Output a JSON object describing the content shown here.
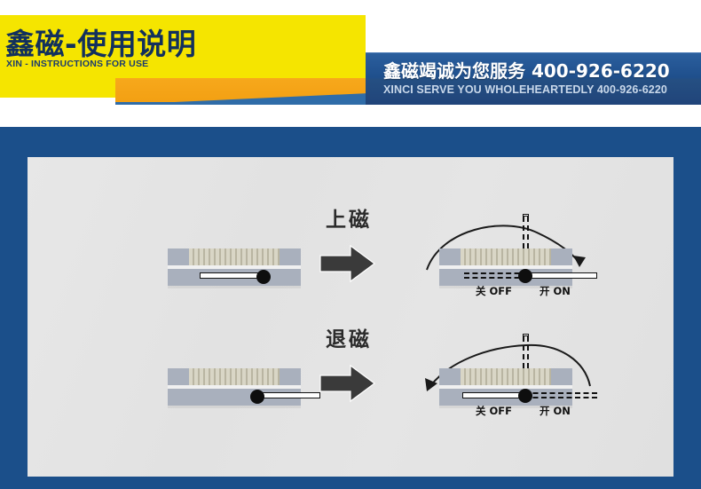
{
  "header": {
    "title_cn": "鑫磁-使用说明",
    "title_en": "XIN - INSTRUCTIONS FOR USE",
    "banner_cn": "鑫磁竭诚为您服务 400-926-6220",
    "banner_en": "XINCI SERVE YOU WHOLEHEARTEDLY 400-926-6220",
    "colors": {
      "yellow": "#f5e500",
      "orange": "#f7a81b",
      "blue": "#1b4f8a",
      "title_text": "#12305c"
    }
  },
  "diagram": {
    "panel_bg": "#e4e4e4",
    "rows": [
      {
        "step_label": "上磁",
        "arrow_direction": "right",
        "arc_direction": "left-to-right",
        "lever_before": "right",
        "lever_after": "right",
        "off_label": "关 OFF",
        "on_label": "开 ON"
      },
      {
        "step_label": "退磁",
        "arrow_direction": "right",
        "arc_direction": "right-to-left",
        "lever_before": "right",
        "lever_after": "left",
        "off_label": "关 OFF",
        "on_label": "开 ON"
      }
    ]
  }
}
